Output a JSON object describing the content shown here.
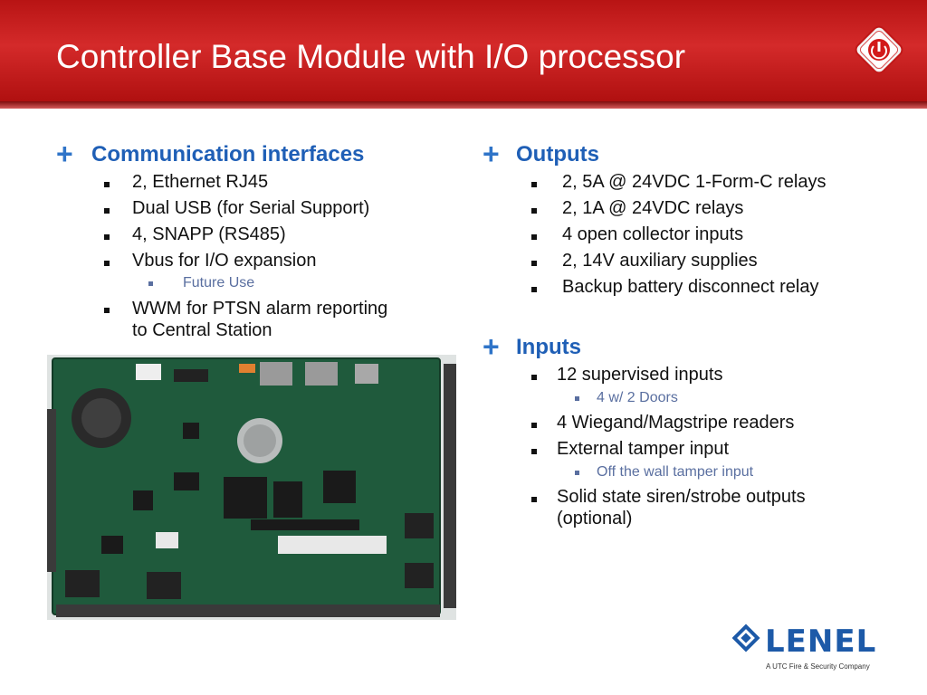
{
  "slide": {
    "title": "Controller Base Module with I/O processor"
  },
  "left": {
    "heading": "Communication interfaces",
    "items": [
      "2, Ethernet RJ45",
      "Dual USB (for Serial Support)",
      "4, SNAPP (RS485)",
      "Vbus for I/O expansion",
      "WWM for PTSN alarm reporting",
      "to Central Station"
    ],
    "sub_items": [
      "Future Use"
    ]
  },
  "outputs": {
    "heading": "Outputs",
    "items": [
      "2, 5A @ 24VDC 1-Form-C relays",
      "2, 1A @ 24VDC relays",
      "4 open collector inputs",
      "2, 14V auxiliary supplies",
      "Backup battery disconnect relay"
    ]
  },
  "inputs": {
    "heading": "Inputs",
    "items": [
      "12 supervised inputs",
      "4 Wiegand/Magstripe readers",
      "External tamper input",
      "Solid state siren/strobe outputs",
      "(optional)"
    ],
    "sub_items": [
      "4 w/ 2 Doors",
      "Off the wall tamper input"
    ]
  },
  "brand": {
    "name": "LENEL",
    "tagline": "A UTC Fire & Security Company"
  },
  "icons": {
    "plus": "+",
    "badge": "power-icon"
  }
}
